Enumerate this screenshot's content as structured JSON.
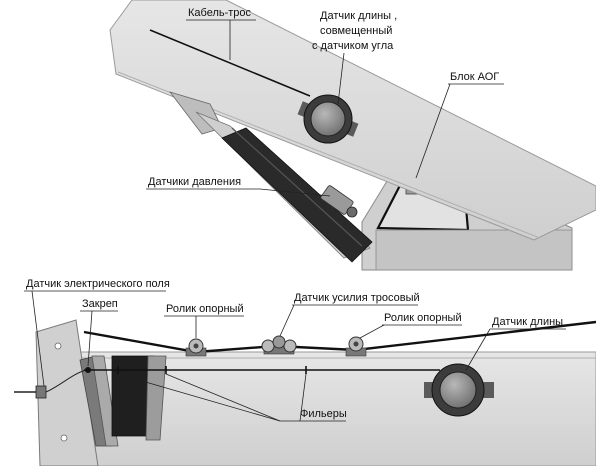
{
  "labels": {
    "cable": "Кабель-трос",
    "length_angle_sensor": [
      "Датчик длины ,",
      "совмещенный",
      "с датчиком угла"
    ],
    "aog_block": "Блок АОГ",
    "pressure_sensors": "Датчики давления",
    "electric_field_sensor": "Датчик электрического поля",
    "clamp": "Закреп",
    "support_roller_left": "Ролик опорный",
    "cable_force_sensor": "Датчик усилия тросовый",
    "support_roller_right": "Ролик опорный",
    "length_sensor": "Датчик длины",
    "filters": "Фильеры"
  },
  "colors": {
    "boom_fill": "#dcdcdc",
    "boom_edge": "#9a9a9a",
    "cabin_fill": "#c8c8c8",
    "cylinder": "#2a2a2a",
    "sensor_ring": "#3c3c3c",
    "sensor_core": "#8c8c8c"
  }
}
